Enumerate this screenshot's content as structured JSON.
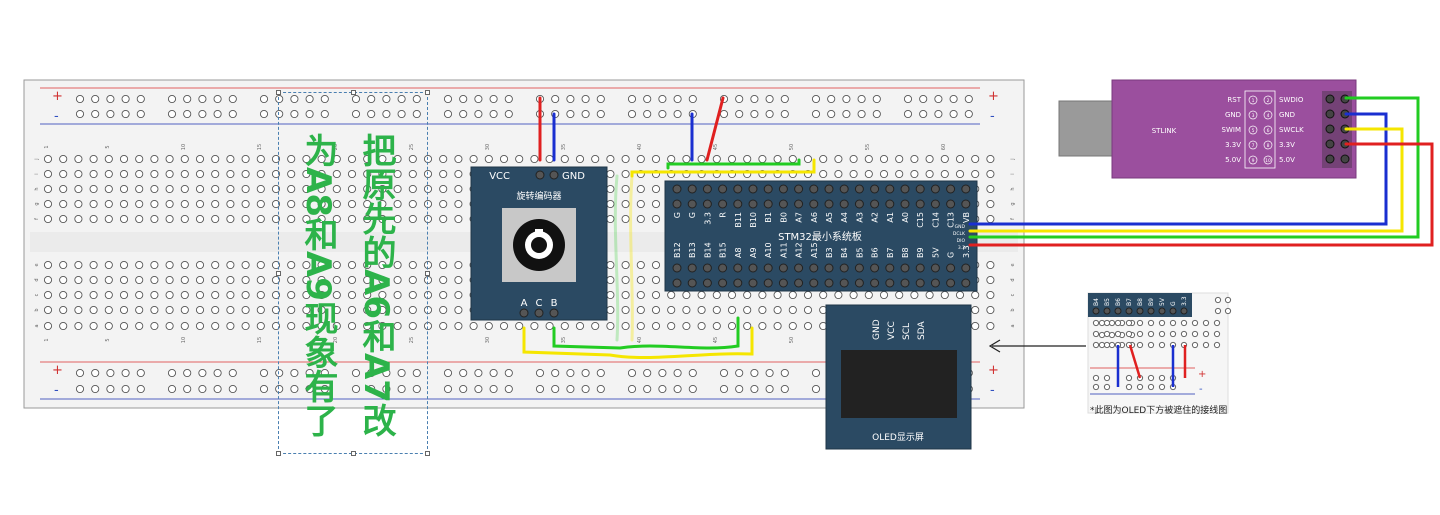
{
  "annotation": {
    "line1": "把原先的A6和A7改",
    "line2": "为A8和A9现象有了"
  },
  "encoder": {
    "title": "旋转编码器",
    "pins_top": [
      "VCC",
      "GND"
    ],
    "pins_bottom": [
      "A",
      "C",
      "B"
    ]
  },
  "stm32": {
    "title": "STM32最小系统板",
    "top_pins": [
      "G",
      "G",
      "3.3",
      "R",
      "B11",
      "B10",
      "B1",
      "B0",
      "A7",
      "A6",
      "A5",
      "A4",
      "A3",
      "A2",
      "A1",
      "A0",
      "C15",
      "C14",
      "C13",
      "VB"
    ],
    "bottom_pins": [
      "B12",
      "B13",
      "B14",
      "B15",
      "A8",
      "A9",
      "A10",
      "A11",
      "A12",
      "A15",
      "B3",
      "B4",
      "B5",
      "B6",
      "B7",
      "B8",
      "B9",
      "5V",
      "G",
      "3.3"
    ],
    "right_pins": [
      "GND",
      "DCLK",
      "DIO",
      "3.3"
    ]
  },
  "oled": {
    "title": "OLED显示屏",
    "pins": [
      "GND",
      "VCC",
      "SCL",
      "SDA"
    ]
  },
  "stlink": {
    "title": "STLINK",
    "left_labels": [
      "RST",
      "GND",
      "SWIM",
      "3.3V",
      "5.0V"
    ],
    "right_labels": [
      "SWDIO",
      "GND",
      "SWCLK",
      "3.3V",
      "5.0V"
    ],
    "pin_numbers": [
      "1",
      "2",
      "3",
      "4",
      "5",
      "6",
      "7",
      "8",
      "9",
      "10"
    ]
  },
  "inset": {
    "pins": [
      "B4",
      "B5",
      "B6",
      "B7",
      "B8",
      "B9",
      "5V",
      "G",
      "3.3"
    ],
    "note": "*此图为OLED下方被遮住的接线图"
  },
  "breadboard": {
    "column_numbers": [
      "1",
      "5",
      "10",
      "15",
      "20",
      "25",
      "30",
      "35",
      "40",
      "45",
      "50",
      "55",
      "60"
    ],
    "row_letters_top": [
      "j",
      "i",
      "h",
      "g",
      "f"
    ],
    "row_letters_bottom": [
      "e",
      "d",
      "c",
      "b",
      "a"
    ],
    "plus": "+",
    "minus": "-"
  },
  "colors": {
    "wire_red": "#e02020",
    "wire_blue": "#1a2fd0",
    "wire_green": "#22cc22",
    "wire_yellow": "#f5e600",
    "board_blue": "#2b4a63",
    "stlink_purple": "#9b4f9e",
    "annotation_green": "#2db34a"
  }
}
